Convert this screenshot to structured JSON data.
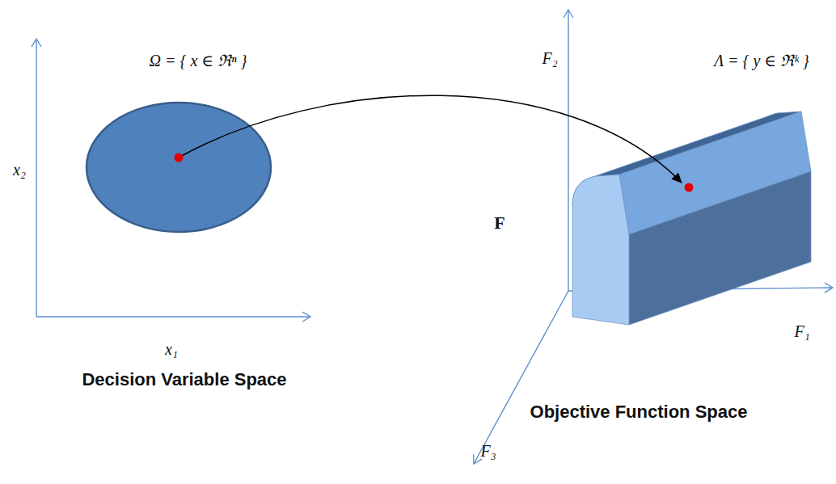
{
  "diagram": {
    "labels": [
      "Ω = { x ∈ ℜⁿ }",
      "x₂",
      "x₁",
      "Decision Variable Space",
      "F",
      "F₂",
      "Λ = { y ∈ ℜᵏ }",
      "F₁",
      "F₃",
      "Objective Function Space"
    ]
  }
}
